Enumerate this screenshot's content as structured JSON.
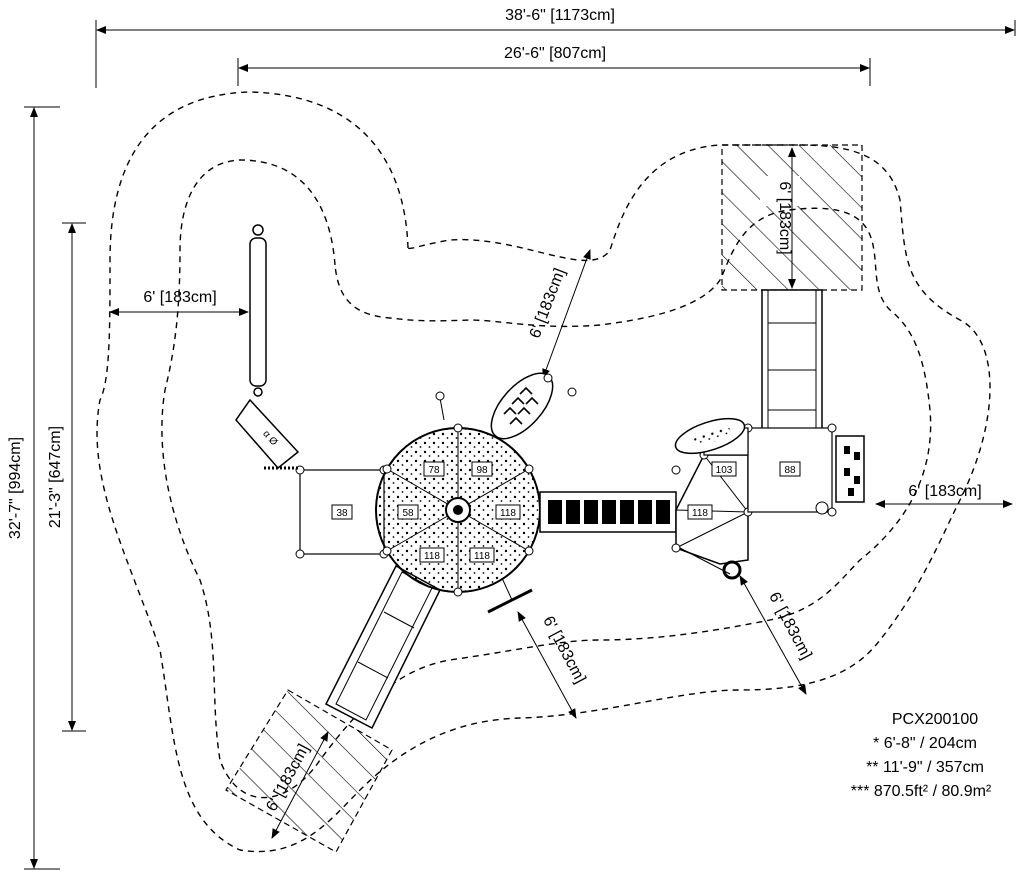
{
  "dimensions": {
    "overall_width": "38'-6\" [1173cm]",
    "inner_width": "26'-6\" [807cm]",
    "overall_height": "32'-7\" [994cm]",
    "inner_height": "21'-3\" [647cm]",
    "clearance_left": "6' [183cm]",
    "clearance_right": "6' [183cm]",
    "clearance_top_diag": "6' [183cm]",
    "clearance_top_right_vertical": "6' [183cm]",
    "clearance_bottom_center": "6' [183cm]",
    "clearance_bottom_right": "6' [183cm]",
    "clearance_bottom_left_slide": "6' [183cm]"
  },
  "deck_labels": {
    "d38": "38",
    "d78": "78",
    "d98": "98",
    "d58": "58",
    "d118a": "118",
    "d118b": "118",
    "d118c": "118",
    "d118d": "118",
    "d103": "103",
    "d88": "88"
  },
  "swing_label": "α Ø",
  "info": {
    "model": "PCX200100",
    "height_deck": "* 6'-8\" / 204cm",
    "height_total": "** 11'-9\" / 357cm",
    "area": "*** 870.5ft² / 80.9m²"
  }
}
